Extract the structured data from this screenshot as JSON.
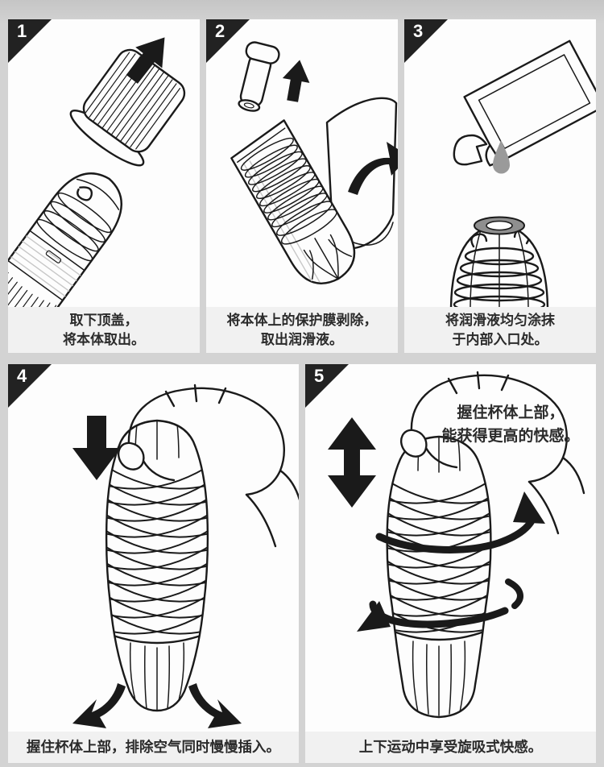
{
  "colors": {
    "background": "#d3d3d3",
    "panel": "#fdfdfd",
    "caption_bar": "#f1f1f1",
    "badge": "#222222",
    "badge_number": "#ffffff",
    "line_art": "#1a1a1a",
    "caption_text": "#2b2b2b",
    "lubricant_drop": "#9a9a9a",
    "cup_ring": "#8f8f8f"
  },
  "steps": [
    {
      "number": "1",
      "caption_line1": "取下顶盖，",
      "caption_line2": "将本体取出。",
      "icons": [
        "up-right-arrow-icon"
      ]
    },
    {
      "number": "2",
      "caption_line1": "将本体上的保护膜剥除，",
      "caption_line2": "取出润滑液。",
      "icons": [
        "up-arrow-icon",
        "peel-curve-arrow-icon"
      ]
    },
    {
      "number": "3",
      "caption_line1": "将润滑液均匀涂抹",
      "caption_line2": "于内部入口处。",
      "icons": [
        "lubricant-drop-icon"
      ]
    },
    {
      "number": "4",
      "caption_line1": "握住杯体上部，排除空气同时慢慢插入。",
      "icons": [
        "down-arrow-icon",
        "air-out-left-arrow-icon",
        "air-out-right-arrow-icon"
      ]
    },
    {
      "number": "5",
      "caption_line1": "上下运动中享受旋吸式快感。",
      "annotation_line1": "握住杯体上部，",
      "annotation_line2": "能获得更高的快感。",
      "icons": [
        "up-down-arrow-icon",
        "rotate-upper-arrow-icon",
        "rotate-lower-arrow-icon"
      ]
    }
  ]
}
